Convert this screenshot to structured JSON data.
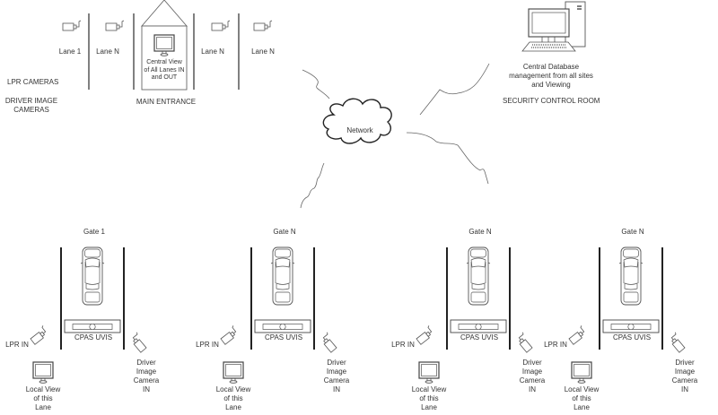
{
  "main_entrance": {
    "title": "MAIN ENTRANCE",
    "lpr_cameras_label": "LPR CAMERAS",
    "driver_image_cameras_label": "DRIVER IMAGE CAMERAS",
    "lanes": [
      {
        "label": "Lane 1"
      },
      {
        "label": "Lane N"
      },
      {
        "label": "Lane N"
      },
      {
        "label": "Lane N"
      }
    ],
    "central_view_label": "Central View of All Lanes IN and OUT"
  },
  "network": {
    "label": "Network"
  },
  "security_control_room": {
    "computer_label": "Central Database management from all sites and Viewing",
    "title": "SECURITY CONTROL ROOM"
  },
  "gates": [
    {
      "title": "Gate 1",
      "uvis_label": "CPAS UVIS",
      "lpr_label": "LPR IN",
      "driver_cam_label": "Driver Image Camera IN",
      "local_view_label": "Local View of this Lane"
    },
    {
      "title": "Gate N",
      "uvis_label": "CPAS UVIS",
      "lpr_label": "LPR IN",
      "driver_cam_label": "Driver Image Camera IN",
      "local_view_label": "Local View of this Lane"
    },
    {
      "title": "Gate N",
      "uvis_label": "CPAS UVIS",
      "lpr_label": "LPR IN",
      "driver_cam_label": "Driver Image Camera IN",
      "local_view_label": "Local View of this Lane"
    },
    {
      "title": "Gate N",
      "uvis_label": "CPAS UVIS",
      "lpr_label": "LPR IN",
      "driver_cam_label": "Driver Image Camera IN",
      "local_view_label": "Local View of this Lane"
    }
  ]
}
